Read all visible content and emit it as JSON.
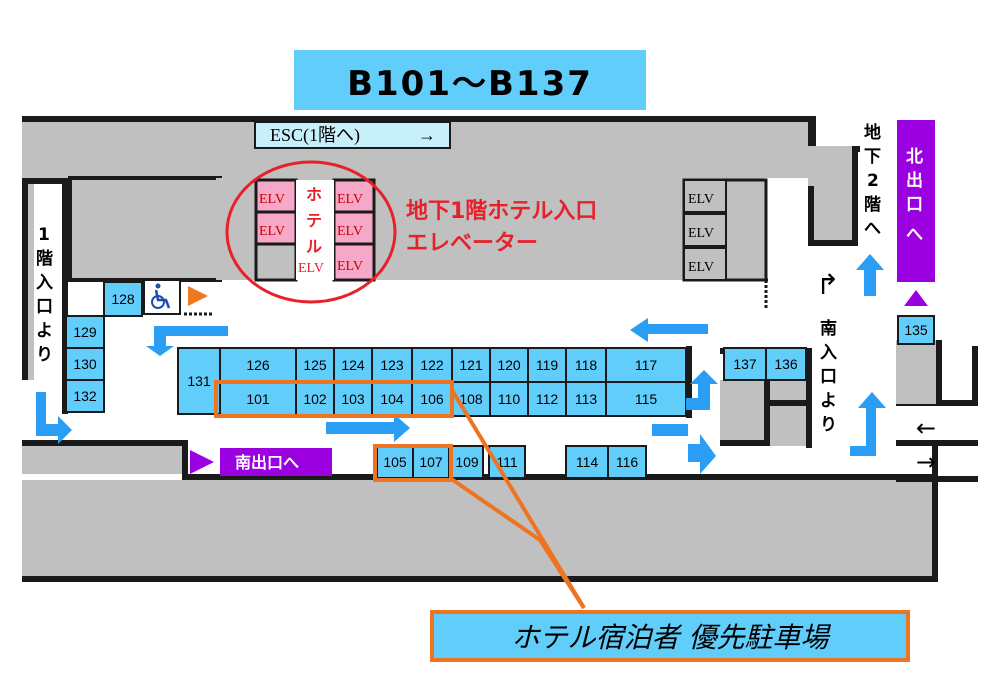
{
  "title": "B101〜B137",
  "legend": "ホテル宿泊者 優先駐車場",
  "esc_label": "ESC(1階へ)",
  "esc_arrow": "→",
  "elv": "ELV",
  "hotel_elv_vertical": [
    "ホ",
    "テ",
    "ル"
  ],
  "hotel_elv_bottom": "ELV",
  "hotel_note_line1": "地下1階ホテル入口",
  "hotel_note_line2": "エレベーター",
  "north_exit": [
    "北",
    "出",
    "口",
    "へ"
  ],
  "south_exit": "南出口へ",
  "left_entrance": [
    "1",
    "階",
    "入",
    "口",
    "よ",
    "り"
  ],
  "to_b2": [
    "地",
    "下",
    "2",
    "階",
    "へ"
  ],
  "south_entrance": [
    "南",
    "入",
    "口",
    "よ",
    "り"
  ],
  "turn_arrow": "↱",
  "lane_arrow_left": "←",
  "lane_arrow_right": "→",
  "accessible_icon": "wheelchair-icon",
  "colors": {
    "stall": "#61cdfb",
    "wall": "#c0c0c0",
    "exit": "#9a00e0",
    "arrow": "#2a9df4",
    "elv_pink": "#f5a8c8",
    "highlight": "#ee7422",
    "note_red": "#e8202a"
  },
  "stalls": {
    "left": [
      "128",
      "129",
      "130",
      "132"
    ],
    "center_top": [
      "131",
      "126",
      "125",
      "124",
      "123",
      "122",
      "121",
      "120",
      "119",
      "118",
      "117"
    ],
    "center_bottom": [
      "101",
      "102",
      "103",
      "104",
      "106",
      "108",
      "110",
      "112",
      "113",
      "115"
    ],
    "south": [
      "105",
      "107",
      "109",
      "111",
      "114",
      "116"
    ],
    "right": [
      "137",
      "136",
      "135"
    ]
  }
}
